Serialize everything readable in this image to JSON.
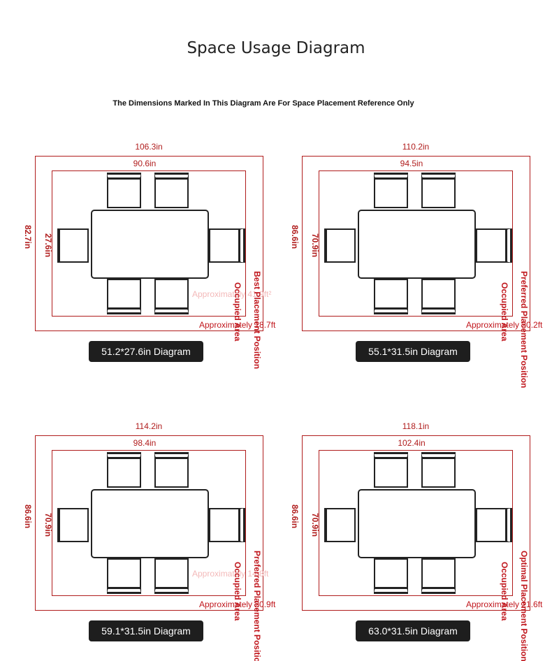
{
  "title": "Space Usage Diagram",
  "subtitle": "The Dimensions Marked In This Diagram Are For Space Placement Reference Only",
  "colors": {
    "accent": "#b01c1c",
    "label_bg": "#1e1e1e"
  },
  "panels": [
    {
      "outer_width": "106.3in",
      "inner_width": "90.6in",
      "outer_depth": "82.7in",
      "inner_depth": "27.6in",
      "occupied": "Occupied Area",
      "placement": "Best Placement Position",
      "approx": "Approximately 18.7ft",
      "faint": "Approximately 41.9ft²",
      "label": "51.2*27.6in Diagram"
    },
    {
      "outer_width": "110.2in",
      "inner_width": "94.5in",
      "outer_depth": "86.6in",
      "inner_depth": "70.9in",
      "occupied": "Occupied Area",
      "placement": "Preferred Placement Position",
      "approx": "Approximately 20.2ft",
      "faint": "",
      "label": "55.1*31.5in Diagram"
    },
    {
      "outer_width": "114.2in",
      "inner_width": "98.4in",
      "outer_depth": "86.6in",
      "inner_depth": "70.9in",
      "occupied": "Occupied Area",
      "placement": "Preferred Placement Position",
      "approx": "Approximately 20.9ft",
      "faint": "Approximately 14.8ft",
      "label": "59.1*31.5in Diagram"
    },
    {
      "outer_width": "118.1in",
      "inner_width": "102.4in",
      "outer_depth": "86.6in",
      "inner_depth": "70.9in",
      "occupied": "Occupied Area",
      "placement": "Optimal Placement Position",
      "approx": "Approximately 21.6ft",
      "faint": "",
      "label": "63.0*31.5in Diagram"
    }
  ]
}
